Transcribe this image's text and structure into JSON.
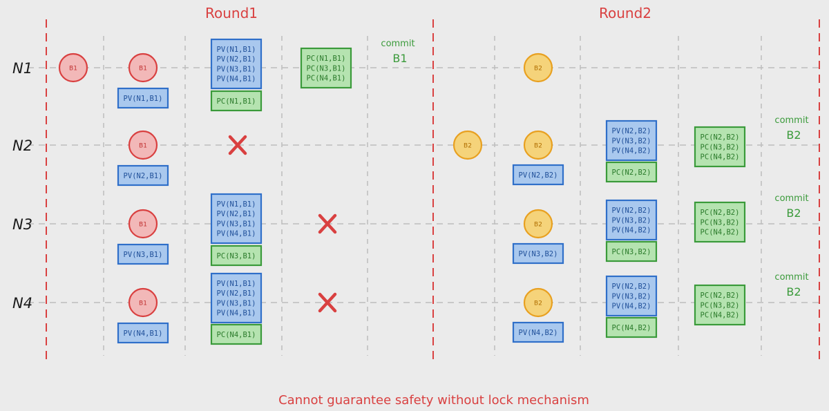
{
  "rounds": [
    {
      "title": "Round1"
    },
    {
      "title": "Round2"
    }
  ],
  "nodes": [
    "N1",
    "N2",
    "N3",
    "N4"
  ],
  "caption": "Cannot guarantee safety without lock mechanism",
  "colors": {
    "background": "#ebebeb",
    "round_divider": "#d94040",
    "red_circle_fill": "#f2b8b8",
    "red_circle_stroke": "#d94040",
    "yellow_circle_fill": "#f5d37a",
    "yellow_circle_stroke": "#e8a020",
    "prevote_fill": "#a9c8ee",
    "prevote_stroke": "#2f6fc9",
    "precommit_fill": "#b5e3b0",
    "precommit_stroke": "#3a9a3a",
    "cross": "#d94040",
    "commit_text": "#3a9a3a"
  },
  "circles": [
    {
      "node": "N1",
      "label": "B1",
      "color": "red"
    },
    {
      "node": "N1",
      "label": "B1",
      "color": "red"
    },
    {
      "node": "N2",
      "label": "B1",
      "color": "red"
    },
    {
      "node": "N3",
      "label": "B1",
      "color": "red"
    },
    {
      "node": "N4",
      "label": "B1",
      "color": "red"
    },
    {
      "node": "N1",
      "label": "B2",
      "color": "yellow"
    },
    {
      "node": "N2",
      "label": "B2",
      "color": "yellow"
    },
    {
      "node": "N2",
      "label": "B2",
      "color": "yellow"
    },
    {
      "node": "N3",
      "label": "B2",
      "color": "yellow"
    },
    {
      "node": "N4",
      "label": "B2",
      "color": "yellow"
    }
  ],
  "boxes": [
    {
      "kind": "prevote",
      "node": "N1",
      "lines": [
        "PV(N1,B1)"
      ]
    },
    {
      "kind": "prevote",
      "node": "N2",
      "lines": [
        "PV(N2,B1)"
      ]
    },
    {
      "kind": "prevote",
      "node": "N3",
      "lines": [
        "PV(N3,B1)"
      ]
    },
    {
      "kind": "prevote",
      "node": "N4",
      "lines": [
        "PV(N4,B1)"
      ]
    },
    {
      "kind": "prevote",
      "node": "N1",
      "lines": [
        "PV(N1,B1)",
        "PV(N2,B1)",
        "PV(N3,B1)",
        "PV(N4,B1)"
      ]
    },
    {
      "kind": "precommit",
      "node": "N1",
      "lines": [
        "PC(N1,B1)"
      ]
    },
    {
      "kind": "prevote",
      "node": "N3",
      "lines": [
        "PV(N1,B1)",
        "PV(N2,B1)",
        "PV(N3,B1)",
        "PV(N4,B1)"
      ]
    },
    {
      "kind": "precommit",
      "node": "N3",
      "lines": [
        "PC(N3,B1)"
      ]
    },
    {
      "kind": "prevote",
      "node": "N4",
      "lines": [
        "PV(N1,B1)",
        "PV(N2,B1)",
        "PV(N3,B1)",
        "PV(N4,B1)"
      ]
    },
    {
      "kind": "precommit",
      "node": "N4",
      "lines": [
        "PC(N4,B1)"
      ]
    },
    {
      "kind": "precommit",
      "node": "N1",
      "lines": [
        "PC(N1,B1)",
        "PC(N3,B1)",
        "PC(N4,B1)"
      ]
    },
    {
      "kind": "prevote",
      "node": "N2",
      "lines": [
        "PV(N2,B2)"
      ]
    },
    {
      "kind": "prevote",
      "node": "N3",
      "lines": [
        "PV(N3,B2)"
      ]
    },
    {
      "kind": "prevote",
      "node": "N4",
      "lines": [
        "PV(N4,B2)"
      ]
    },
    {
      "kind": "prevote",
      "node": "N2",
      "lines": [
        "PV(N2,B2)",
        "PV(N3,B2)",
        "PV(N4,B2)"
      ]
    },
    {
      "kind": "precommit",
      "node": "N2",
      "lines": [
        "PC(N2,B2)"
      ]
    },
    {
      "kind": "prevote",
      "node": "N3",
      "lines": [
        "PV(N2,B2)",
        "PV(N3,B2)",
        "PV(N4,B2)"
      ]
    },
    {
      "kind": "precommit",
      "node": "N3",
      "lines": [
        "PC(N3,B2)"
      ]
    },
    {
      "kind": "prevote",
      "node": "N4",
      "lines": [
        "PV(N2,B2)",
        "PV(N3,B2)",
        "PV(N4,B2)"
      ]
    },
    {
      "kind": "precommit",
      "node": "N4",
      "lines": [
        "PC(N4,B2)"
      ]
    },
    {
      "kind": "precommit",
      "node": "N2",
      "lines": [
        "PC(N2,B2)",
        "PC(N3,B2)",
        "PC(N4,B2)"
      ]
    },
    {
      "kind": "precommit",
      "node": "N3",
      "lines": [
        "PC(N2,B2)",
        "PC(N3,B2)",
        "PC(N4,B2)"
      ]
    },
    {
      "kind": "precommit",
      "node": "N4",
      "lines": [
        "PC(N2,B2)",
        "PC(N3,B2)",
        "PC(N4,B2)"
      ]
    }
  ],
  "crosses": [
    {
      "node": "N2"
    },
    {
      "node": "N3"
    },
    {
      "node": "N4"
    }
  ],
  "commits": [
    {
      "node": "N1",
      "word": "commit",
      "block": "B1"
    },
    {
      "node": "N2",
      "word": "commit",
      "block": "B2"
    },
    {
      "node": "N3",
      "word": "commit",
      "block": "B2"
    },
    {
      "node": "N4",
      "word": "commit",
      "block": "B2"
    }
  ]
}
